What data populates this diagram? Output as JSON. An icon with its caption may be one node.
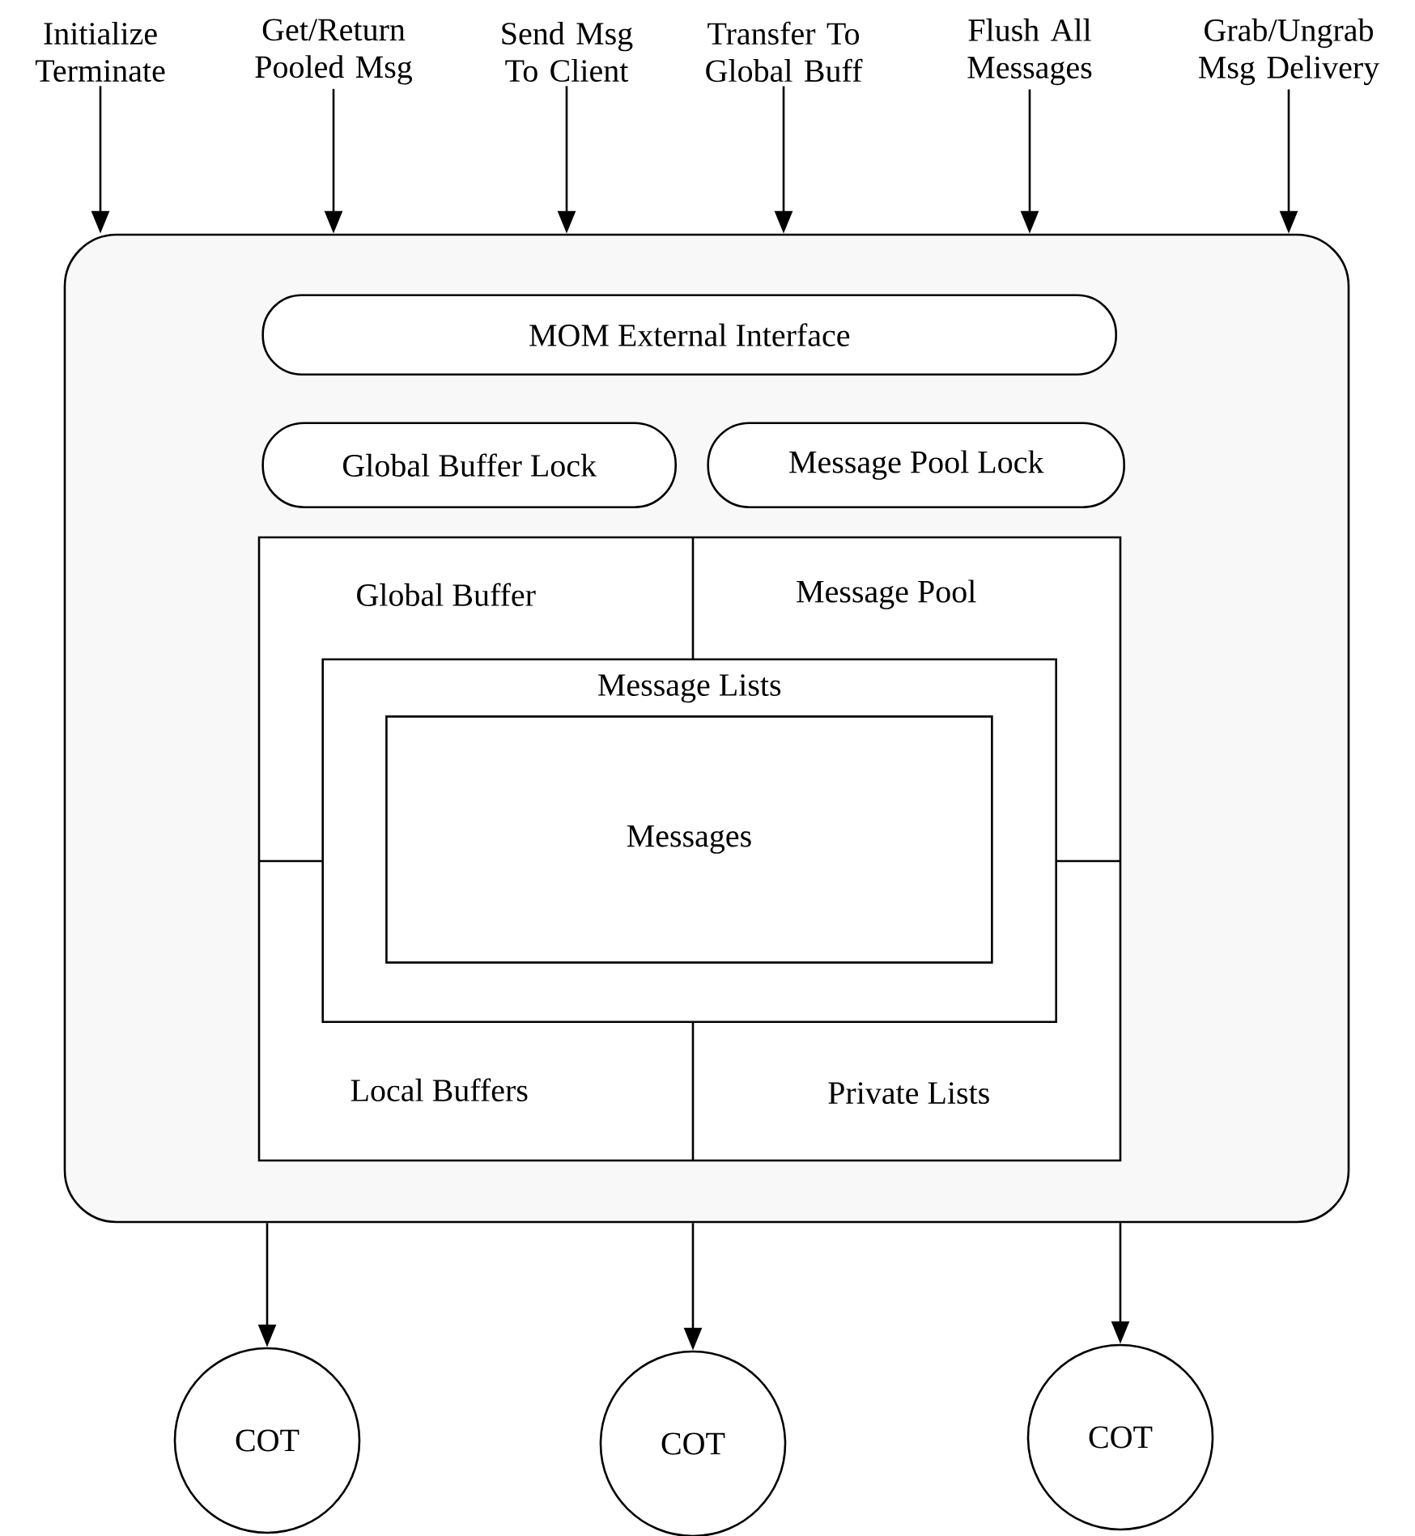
{
  "diagram": {
    "nodes": [
      {
        "text": [],
        "shape": "box"
      },
      {
        "text": [
          "Initialize Terminate"
        ]
      },
      {
        "text": [
          "Get/Return Pooled Msg"
        ]
      },
      {
        "text": [
          "Send Msg To Client"
        ]
      },
      {
        "text": [
          "Transfer To Global Buff"
        ]
      },
      {
        "text": [
          "Flush All Messages"
        ]
      },
      {
        "text": [
          "Grab/Ungrab Msg Delivery"
        ]
      },
      {
        "text": [
          "MOM External Interface"
        ],
        "in": 0
      },
      {
        "text": [
          "Global Buffer Lock"
        ],
        "in": 0
      },
      {
        "text": [
          "Message Pool Lock"
        ],
        "in": 0
      },
      {
        "text": [
          "Global Buffer"
        ],
        "in": 0
      },
      {
        "text": [
          "Message Pool"
        ],
        "in": 0
      },
      {
        "text": [
          "Local Buffers"
        ],
        "in": 0
      },
      {
        "text": [
          "Private Lists"
        ],
        "in": 0
      },
      {
        "text": [
          "Message Lists"
        ],
        "in": 0
      },
      {
        "text": [
          "Messages"
        ],
        "in": 14
      },
      {
        "text": [
          "COT"
        ]
      },
      {
        "text": [
          "COT"
        ]
      },
      {
        "text": [
          "COT"
        ]
      }
    ],
    "edges": [
      {
        "from": 1,
        "to": 0,
        "arrow": "to"
      },
      {
        "from": 2,
        "to": 0,
        "arrow": "to"
      },
      {
        "from": 3,
        "to": 0,
        "arrow": "to"
      },
      {
        "from": 4,
        "to": 0,
        "arrow": "to"
      },
      {
        "from": 5,
        "to": 0,
        "arrow": "to"
      },
      {
        "from": 6,
        "to": 0,
        "arrow": "to"
      },
      {
        "from": 0,
        "to": 16,
        "arrow": "to"
      },
      {
        "from": 0,
        "to": 17,
        "arrow": "to"
      },
      {
        "from": 0,
        "to": 18,
        "arrow": "to"
      }
    ]
  }
}
